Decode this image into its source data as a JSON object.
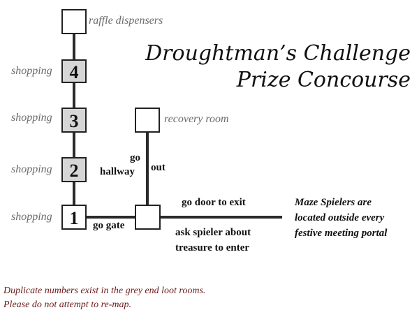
{
  "title": {
    "line1": "Droughtman’s Challenge",
    "line2": "Prize Concourse"
  },
  "rooms": {
    "raffle": {
      "label": "raffle dispensers"
    },
    "loot4": {
      "number": "4",
      "side_label": "shopping"
    },
    "loot3": {
      "number": "3",
      "side_label": "shopping"
    },
    "loot2": {
      "number": "2",
      "side_label": "shopping"
    },
    "loot1": {
      "number": "1",
      "side_label": "shopping"
    },
    "recovery": {
      "label": "recovery room"
    }
  },
  "paths": {
    "go_gate": "go gate",
    "go_hallway_line1": "go",
    "go_hallway_line2": "hallway",
    "out": "out",
    "go_door": "go door to exit",
    "ask_line1": "ask spieler about",
    "ask_line2": "treasure to enter"
  },
  "spieler_note": {
    "line1": "Maze Spielers are",
    "line2": "located outside every",
    "line3": "festive meeting portal"
  },
  "footer_note": {
    "line1": "Duplicate numbers exist in the grey end loot rooms.",
    "line2": "Please do not attempt to re-map."
  },
  "colors": {
    "loot_room_fill": "#d6d6d6",
    "room_fill": "#ffffff",
    "connector": "#2a2a2a",
    "label_grey": "#6b6b6b",
    "footer_text": "#6b1a1a"
  }
}
